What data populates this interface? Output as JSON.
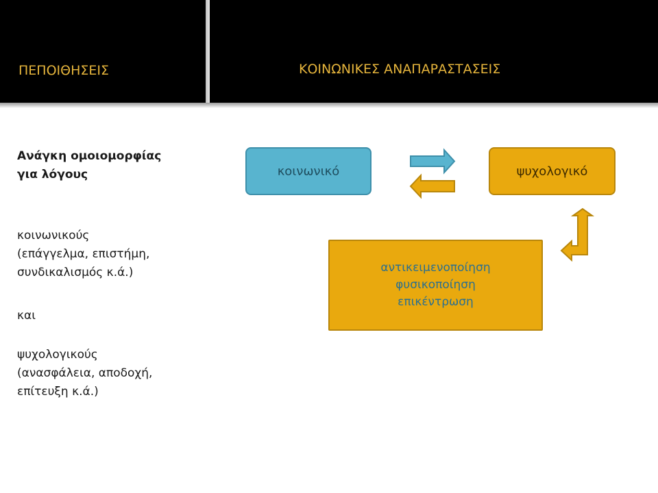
{
  "header": {
    "left_title": "ΠΕΠΟΙΘΗΣΕΙΣ",
    "right_title": "ΚΟΙΝΩΝΙΚΕΣ ΑΝΑΠΑΡΑΣΤΑΣΕΙΣ"
  },
  "left_panel": {
    "heading_line1": "Ανάγκη ομοιομορφίας",
    "heading_line2": "για λόγους",
    "social_line1": "κοινωνικούς",
    "social_line2": "(επάγγελμα, επιστήμη,",
    "social_line3": "συνδικαλισμός κ.ά.)",
    "conjunction": "και",
    "psych_line1": "ψυχολογικούς",
    "psych_line2": "(ανασφάλεια, αποδοχή,",
    "psych_line3": "επίτευξη κ.ά.)"
  },
  "diagram": {
    "social_box": "κοινωνικό",
    "psych_box": "ψυχολογικό",
    "process_line1": "αντικειμενοποίηση",
    "process_line2": "φυσικοποίηση",
    "process_line3": "επικέντρωση",
    "colors": {
      "blue": "#58b4cf",
      "gold": "#e9a90e",
      "header_text": "#e6b53c"
    }
  }
}
